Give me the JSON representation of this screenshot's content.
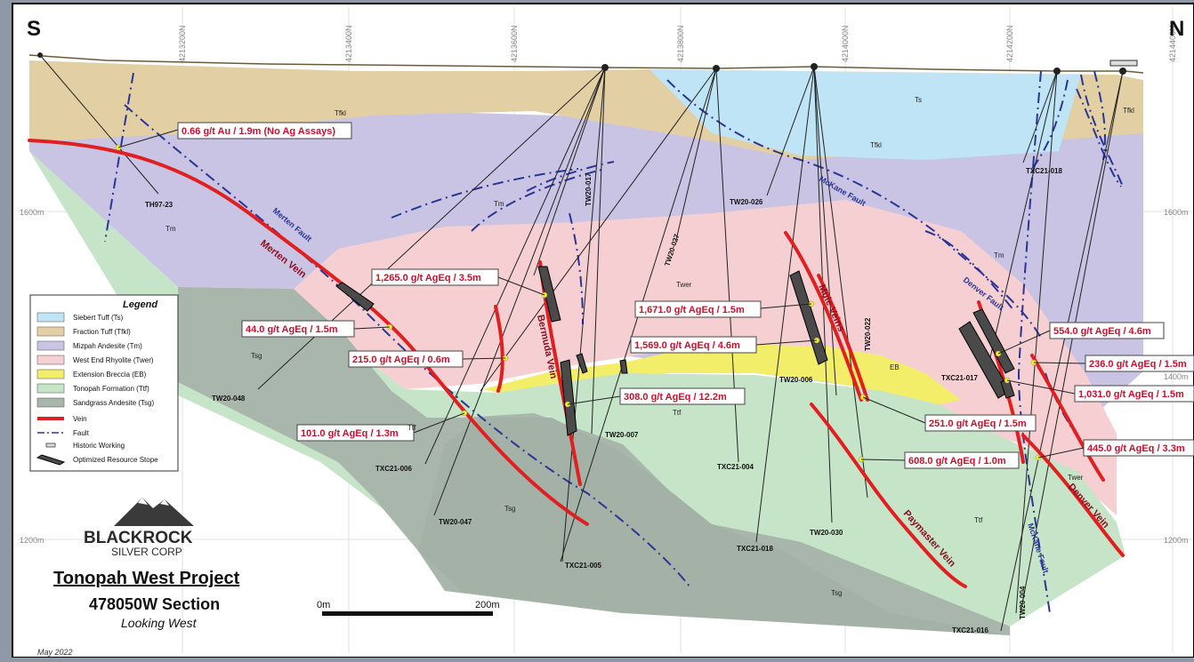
{
  "section": {
    "dir_left": "S",
    "dir_right": "N",
    "northings": [
      "4213200N",
      "4213400N",
      "4213600N",
      "4213800N",
      "4214000N",
      "4214200N",
      "4214400N"
    ],
    "elev_upper": "1600m",
    "elev_lower": "1200m",
    "elev_right_mid": "1400m",
    "units": {
      "ts": "Ts",
      "tfkl1": "Tfkl",
      "tfkl2": "Tfkl",
      "tfkl3": "Tfkl",
      "tm1": "Tm",
      "tm2": "Tm",
      "tm3": "Tm",
      "twer1": "Twer",
      "twer2": "Twer",
      "eb": "EB",
      "ttf1": "Ttf",
      "ttf2": "Ttf",
      "ttf3": "Ttf",
      "tsg1": "Tsg",
      "tsg2": "Tsg",
      "tsg3": "Tsg"
    },
    "veins": [
      "Merten Vein",
      "Bermuda Vein",
      "Mule Veins",
      "Paymaster Vein",
      "Denver Vein"
    ],
    "faults": [
      "Merten Fault",
      "McKane Fault",
      "Denver Fault",
      "McKane Fault"
    ]
  },
  "holes": [
    "TH97-23",
    "TW20-017",
    "TW20-027",
    "TW20-026",
    "TXC21-018",
    "TW20-048",
    "TXC21-006",
    "TW20-047",
    "TXC21-005",
    "TW20-007",
    "TXC21-004",
    "TW20-006",
    "TW20-022",
    "TXC21-018",
    "TW20-030",
    "TXC21-017",
    "TW20-004",
    "TXC21-016"
  ],
  "intercepts": [
    "0.66 g/t Au / 1.9m (No Ag Assays)",
    "1,265.0 g/t AgEq / 3.5m",
    "44.0 g/t AgEq / 1.5m",
    "215.0 g/t AgEq / 0.6m",
    "101.0 g/t AgEq / 1.3m",
    "1,671.0 g/t AgEq / 1.5m",
    "1,569.0 g/t AgEq / 4.6m",
    "308.0 g/t AgEq / 12.2m",
    "251.0 g/t AgEq / 1.5m",
    "608.0 g/t AgEq / 1.0m",
    "554.0 g/t AgEq / 4.6m",
    "236.0 g/t AgEq / 1.5m",
    "1,031.0 g/t AgEq / 1.5m",
    "445.0 g/t AgEq / 3.3m"
  ],
  "legend": {
    "title": "Legend",
    "items": [
      {
        "label": "Siebert Tuff (Ts)",
        "color": "#bfe4f5"
      },
      {
        "label": "Fraction Tuff (Tfkl)",
        "color": "#e3cfa4"
      },
      {
        "label": "Mizpah Andesite (Tm)",
        "color": "#c9c3e4"
      },
      {
        "label": "West End Rhyolite (Twer)",
        "color": "#f6cfd2"
      },
      {
        "label": "Extension Breccia (EB)",
        "color": "#f3ee6a"
      },
      {
        "label": "Tonopah Formation (Ttf)",
        "color": "#c5e4c8"
      },
      {
        "label": "Sandgrass Andesite (Tsg)",
        "color": "#a9b6ab"
      }
    ],
    "lines": [
      "Vein",
      "Fault",
      "Historic Working",
      "Optimized Resource Stope"
    ]
  },
  "company": {
    "name": "BLACKROCK",
    "sub": "SILVER CORP"
  },
  "titles": {
    "project": "Tonopah West Project",
    "section": "478050W Section",
    "view": "Looking West"
  },
  "scale": {
    "zero": "0m",
    "end": "200m"
  },
  "date": "May 2022",
  "colors": {
    "vein": "#e02020",
    "fault": "#2a3594",
    "label": "#c8102e"
  }
}
